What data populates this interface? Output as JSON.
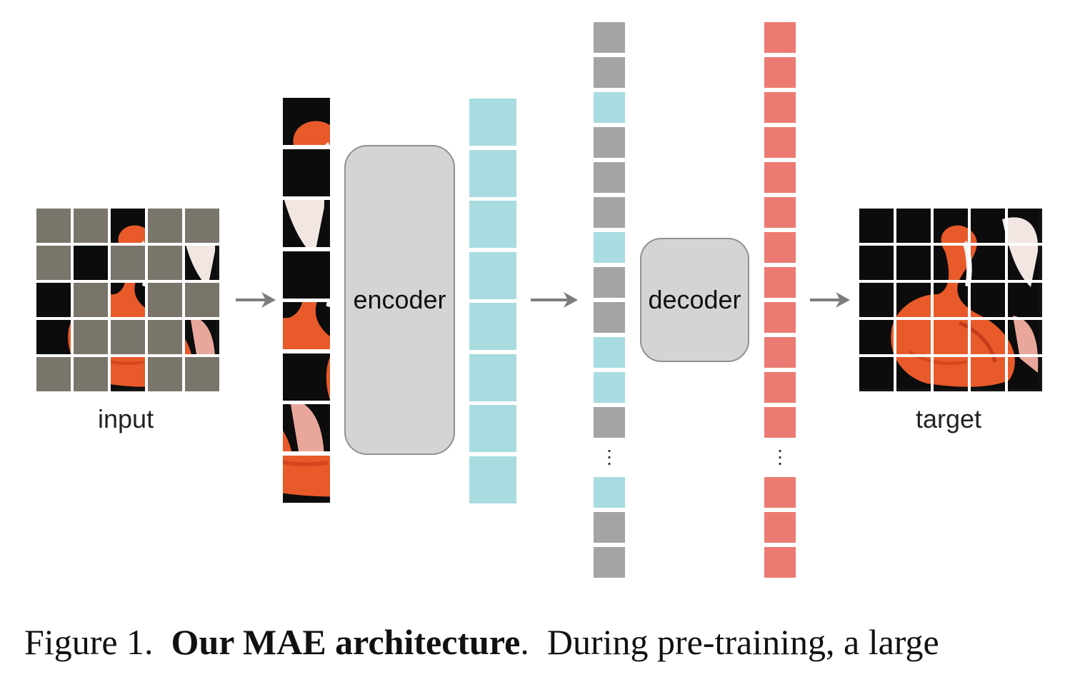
{
  "labels": {
    "input": "input",
    "target": "target",
    "encoder": "encoder",
    "decoder": "decoder"
  },
  "caption": {
    "figure": "Figure 1.",
    "title": "Our MAE architecture",
    "title_end": ".",
    "text": "During pre-training, a large"
  },
  "input_mask": [
    1,
    1,
    0,
    1,
    1,
    1,
    0,
    1,
    1,
    0,
    0,
    1,
    0,
    1,
    1,
    0,
    1,
    1,
    1,
    0,
    1,
    1,
    0,
    1,
    1
  ],
  "visible_patch_count": 8,
  "encoded_token_count": 8,
  "decoder_input_tokens": [
    "gray",
    "gray",
    "cyan",
    "gray",
    "gray",
    "gray",
    "cyan",
    "gray",
    "gray",
    "cyan",
    "cyan",
    "gray",
    "gap",
    "cyan",
    "gray",
    "gray"
  ],
  "target_tokens": [
    "red",
    "red",
    "red",
    "red",
    "red",
    "red",
    "red",
    "red",
    "red",
    "red",
    "red",
    "red",
    "gap",
    "red",
    "red",
    "red"
  ],
  "colors": {
    "mask": "#7a756b",
    "encoder_token": "#a8dce0",
    "mask_token": "#a3a4a6",
    "target_token": "#eb7b72",
    "block_fill": "#d3d4d5",
    "flamingo": "#e85a2a"
  }
}
